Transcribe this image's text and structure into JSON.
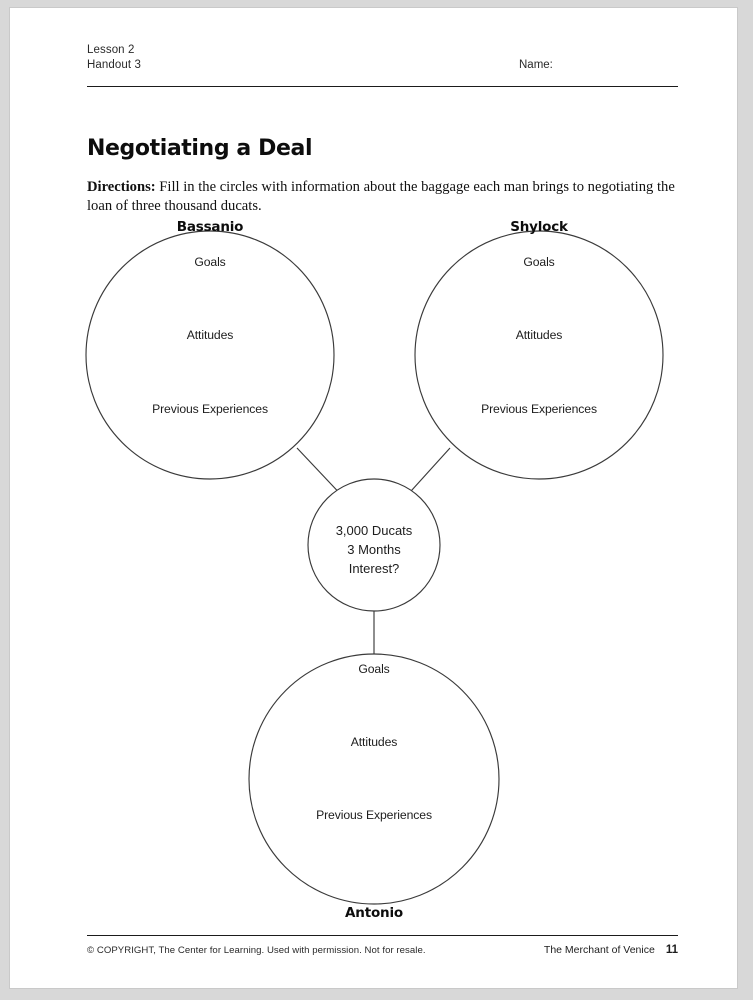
{
  "header": {
    "lesson": "Lesson 2",
    "handout": "Handout 3",
    "name_label": "Name:"
  },
  "title": "Negotiating a Deal",
  "directions": {
    "label": "Directions:",
    "text": "Fill in the circles with information about the baggage each man brings to negotiating the loan of three thousand ducats."
  },
  "diagram": {
    "type": "three-circle negotiation organizer",
    "circle_labels": [
      "Goals",
      "Attitudes",
      "Previous Experiences"
    ],
    "nodes": [
      {
        "id": "bassanio",
        "name": "Bassanio",
        "name_position": "above",
        "fields": [
          "Goals",
          "Attitudes",
          "Previous Experiences"
        ]
      },
      {
        "id": "shylock",
        "name": "Shylock",
        "name_position": "above",
        "fields": [
          "Goals",
          "Attitudes",
          "Previous Experiences"
        ]
      },
      {
        "id": "antonio",
        "name": "Antonio",
        "name_position": "below",
        "fields": [
          "Goals",
          "Attitudes",
          "Previous Experiences"
        ]
      }
    ],
    "center": {
      "line1": "3,000 Ducats",
      "line2": "3 Months",
      "line3": "Interest?"
    }
  },
  "footer": {
    "copyright": "© COPYRIGHT, The Center for Learning. Used with permission. Not for resale.",
    "source": "The Merchant of Venice",
    "page": "11"
  }
}
